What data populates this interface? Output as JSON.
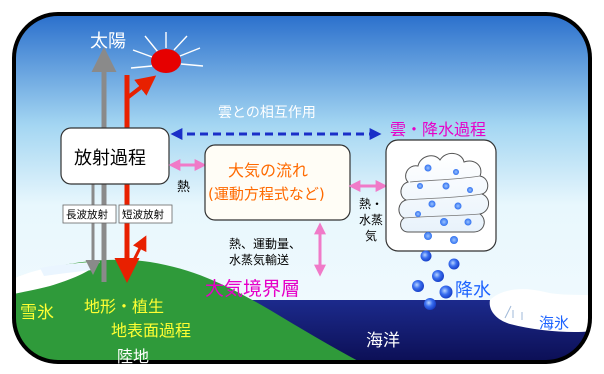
{
  "labels": {
    "sun": "太陽",
    "cloud_interaction": "雲との相互作用",
    "radiation_process": "放射過程",
    "cloud_precip_process": "雲・降水過程",
    "heat": "熱",
    "atm_flow_line1": "大気の流れ",
    "atm_flow_line2": "(運動方程式など)",
    "longwave": "長波放射",
    "shortwave": "短波放射",
    "heat_vapor_line1": "熱・",
    "heat_vapor_line2": "水蒸",
    "heat_vapor_line3": "気",
    "transport_line1": "熱、運動量、",
    "transport_line2": "水蒸気輸送",
    "boundary_layer": "大気境界層",
    "precipitation": "降水",
    "snow_ice": "雪氷",
    "terrain_vegetation": "地形・植生",
    "land_surface_process": "地表面過程",
    "land": "陸地",
    "ocean": "海洋",
    "sea_ice": "海氷"
  },
  "colors": {
    "frame": "#000000",
    "sky_top": "#1f66c8",
    "sky_mid": "#9fd3f0",
    "sky_bottom": "#e9f7fd",
    "ocean": "#141a6e",
    "land": "#2f9a3a",
    "sun": "#e60000",
    "shortwave_arrow": "#e82000",
    "longwave_arrow": "#8a8a8a",
    "pink_arrow": "#f07ac8",
    "dashed_arrow": "#1a2fc8",
    "flow_text": "#ff6a00",
    "magenta_text": "#e600c8",
    "blue_label": "#1e64ff",
    "yellow_text": "#ffff33",
    "cloud_drop": "#3a7cf0"
  }
}
